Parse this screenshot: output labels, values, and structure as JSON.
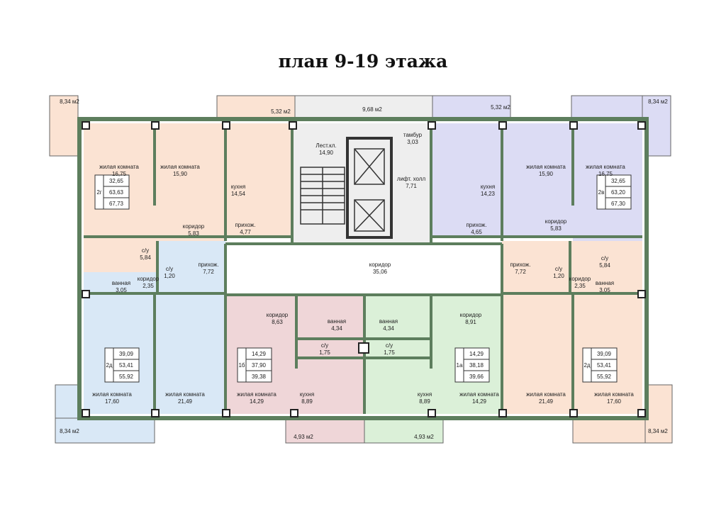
{
  "title": "план 9-19 этажа",
  "colors": {
    "peach": "#fbe3d3",
    "blue": "#d9e8f6",
    "purple": "#dcdcf4",
    "pink": "#efd6d8",
    "green": "#dbf0d8",
    "gray": "#eeeeee",
    "wall": "#c8e6c4",
    "wall_line": "#5d7e5d"
  },
  "balconies": [
    "8,34 м2",
    "5,32 м2",
    "9,68 м2",
    "5,32 м2",
    "8,34 м2",
    "8,34 м2",
    "4,93 м2",
    "4,93 м2",
    "8,34 м2"
  ],
  "rooms": [
    [
      "жилая комната",
      "16,75"
    ],
    [
      "жилая комната",
      "15,90"
    ],
    [
      "кухня",
      "14,54"
    ],
    [
      "Лест.кл.",
      "14,90"
    ],
    [
      "тамбур",
      "3,03"
    ],
    [
      "лифт. холл",
      "7,71"
    ],
    [
      "кухня",
      "14,23"
    ],
    [
      "жилая комната",
      "15,90"
    ],
    [
      "жилая комната",
      "16,75"
    ],
    [
      "коридор",
      "5,83"
    ],
    [
      "прихож.",
      "4,77"
    ],
    [
      "прихож.",
      "4,65"
    ],
    [
      "коридор",
      "5,83"
    ],
    [
      "с/у",
      "5,84"
    ],
    [
      "с/у",
      "1,20"
    ],
    [
      "прихож.",
      "7,72"
    ],
    [
      "коридор",
      "2,35"
    ],
    [
      "ванная",
      "3,05"
    ],
    [
      "коридор",
      "35,06"
    ],
    [
      "прихож.",
      "7,72"
    ],
    [
      "с/у",
      "1,20"
    ],
    [
      "с/у",
      "5,84"
    ],
    [
      "коридор",
      "2,35"
    ],
    [
      "ванная",
      "3,05"
    ],
    [
      "коридор",
      "8,63"
    ],
    [
      "ванная",
      "4,34"
    ],
    [
      "ванная",
      "4,34"
    ],
    [
      "коридор",
      "8,91"
    ],
    [
      "с/у",
      "1,75"
    ],
    [
      "с/у",
      "1,75"
    ],
    [
      "жилая комната",
      "17,60"
    ],
    [
      "жилая комната",
      "21,49"
    ],
    [
      "жилая комната",
      "14,29"
    ],
    [
      "кухня",
      "8,89"
    ],
    [
      "кухня",
      "8,89"
    ],
    [
      "жилая комната",
      "14,29"
    ],
    [
      "жилая комната",
      "21,49"
    ],
    [
      "жилая комната",
      "17,60"
    ]
  ],
  "apartments": [
    {
      "type": "2г",
      "values": [
        "32,65",
        "63,63",
        "67,73"
      ]
    },
    {
      "type": "2в",
      "values": [
        "32,65",
        "63,20",
        "67,30"
      ]
    },
    {
      "type": "2д",
      "values": [
        "39,09",
        "53,41",
        "55,92"
      ]
    },
    {
      "type": "1б",
      "values": [
        "14,29",
        "37,90",
        "39,38"
      ]
    },
    {
      "type": "1а",
      "values": [
        "14,29",
        "38,18",
        "39,66"
      ]
    },
    {
      "type": "2д",
      "values": [
        "39,09",
        "53,41",
        "55,92"
      ]
    }
  ]
}
